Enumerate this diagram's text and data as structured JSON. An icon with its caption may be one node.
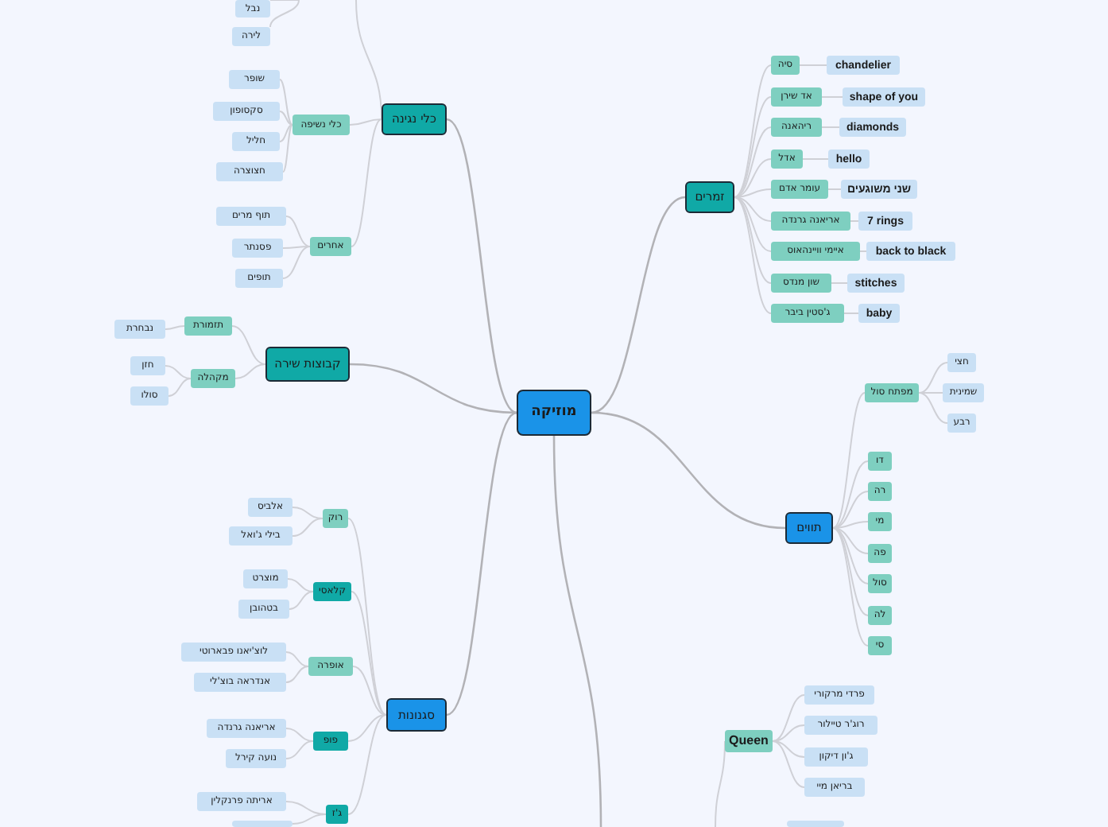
{
  "diagram": {
    "nodes": [
      {
        "text": [
          "מוזיקה"
        ]
      },
      {
        "text": [
          "כלי נגינה"
        ]
      },
      {
        "text": [
          "נבל"
        ]
      },
      {
        "text": [
          "לירה"
        ]
      },
      {
        "text": [
          "כלי נשיפה"
        ]
      },
      {
        "text": [
          "שופר"
        ]
      },
      {
        "text": [
          "סקסופון"
        ]
      },
      {
        "text": [
          "חליל"
        ]
      },
      {
        "text": [
          "חצוצרה"
        ]
      },
      {
        "text": [
          "אחרים"
        ]
      },
      {
        "text": [
          "תוף מרים"
        ]
      },
      {
        "text": [
          "פסנתר"
        ]
      },
      {
        "text": [
          "תופים"
        ]
      },
      {
        "text": [
          "קבוצות שירה"
        ]
      },
      {
        "text": [
          "תזמורת"
        ]
      },
      {
        "text": [
          "נבחרת"
        ]
      },
      {
        "text": [
          "מקהלה"
        ]
      },
      {
        "text": [
          "חזן"
        ]
      },
      {
        "text": [
          "סולו"
        ]
      },
      {
        "text": [
          "זמרים"
        ]
      },
      {
        "text": [
          "סיה"
        ]
      },
      {
        "text": [
          "chandelier"
        ]
      },
      {
        "text": [
          "אד שירן"
        ]
      },
      {
        "text": [
          "shape of you"
        ]
      },
      {
        "text": [
          "ריהאנה"
        ]
      },
      {
        "text": [
          "diamonds"
        ]
      },
      {
        "text": [
          "אדל"
        ]
      },
      {
        "text": [
          "hello"
        ]
      },
      {
        "text": [
          "עומר אדם"
        ]
      },
      {
        "text": [
          "שני משוגעים"
        ]
      },
      {
        "text": [
          "אריאנה גרנדה"
        ]
      },
      {
        "text": [
          "7 rings"
        ]
      },
      {
        "text": [
          "איימי וויינהאוס"
        ]
      },
      {
        "text": [
          "back to black"
        ]
      },
      {
        "text": [
          "שון מנדס"
        ]
      },
      {
        "text": [
          "stitches"
        ]
      },
      {
        "text": [
          "ג'סטין ביבר"
        ]
      },
      {
        "text": [
          "baby"
        ]
      },
      {
        "text": [
          "תווים"
        ]
      },
      {
        "text": [
          "מפתח סול"
        ]
      },
      {
        "text": [
          "חצי"
        ]
      },
      {
        "text": [
          "שמינית"
        ]
      },
      {
        "text": [
          "רבע"
        ]
      },
      {
        "text": [
          "דו"
        ]
      },
      {
        "text": [
          "רה"
        ]
      },
      {
        "text": [
          "מי"
        ]
      },
      {
        "text": [
          "פה"
        ]
      },
      {
        "text": [
          "סול"
        ]
      },
      {
        "text": [
          "לה"
        ]
      },
      {
        "text": [
          "סי"
        ]
      },
      {
        "text": [
          "סגנונות"
        ]
      },
      {
        "text": [
          "רוק"
        ]
      },
      {
        "text": [
          "אלביס"
        ]
      },
      {
        "text": [
          "בילי ג'ואל"
        ]
      },
      {
        "text": [
          "קלאסי"
        ]
      },
      {
        "text": [
          "מוצרט"
        ]
      },
      {
        "text": [
          "בטהובן"
        ]
      },
      {
        "text": [
          "אופרה"
        ]
      },
      {
        "text": [
          "לוצ'יאנו פבארוטי"
        ]
      },
      {
        "text": [
          "אנדראה בוצ'לי"
        ]
      },
      {
        "text": [
          "פופ"
        ]
      },
      {
        "text": [
          "אריאנה גרנדה"
        ]
      },
      {
        "text": [
          "נועה קירל"
        ]
      },
      {
        "text": [
          "ג'ז"
        ]
      },
      {
        "text": [
          "אריתה פרנקלין"
        ]
      },
      {
        "text": [],
        "shape": "box"
      },
      {
        "text": [
          "Queen"
        ]
      },
      {
        "text": [
          "פרדי מרקורי"
        ]
      },
      {
        "text": [
          "רוג'ר טיילור"
        ]
      },
      {
        "text": [
          "ג'ון דיקון"
        ]
      },
      {
        "text": [
          "בריאן מיי"
        ]
      },
      {
        "text": [],
        "shape": "box"
      }
    ],
    "edges": [
      {
        "from": 0,
        "to": 1,
        "arrow": "none"
      },
      {
        "from": 1,
        "to": null,
        "arrow": "none"
      },
      {
        "from": null,
        "to": 2,
        "arrow": "none"
      },
      {
        "from": null,
        "to": 3,
        "arrow": "none"
      },
      {
        "from": 1,
        "to": 4,
        "arrow": "none"
      },
      {
        "from": 4,
        "to": 5,
        "arrow": "none"
      },
      {
        "from": 4,
        "to": 6,
        "arrow": "none"
      },
      {
        "from": 4,
        "to": 7,
        "arrow": "none"
      },
      {
        "from": 4,
        "to": 8,
        "arrow": "none"
      },
      {
        "from": 1,
        "to": 9,
        "arrow": "none"
      },
      {
        "from": 9,
        "to": 10,
        "arrow": "none"
      },
      {
        "from": 9,
        "to": 11,
        "arrow": "none"
      },
      {
        "from": 9,
        "to": 12,
        "arrow": "none"
      },
      {
        "from": 0,
        "to": 13,
        "arrow": "none"
      },
      {
        "from": 13,
        "to": 14,
        "arrow": "none"
      },
      {
        "from": 14,
        "to": 15,
        "arrow": "none"
      },
      {
        "from": 13,
        "to": 16,
        "arrow": "none"
      },
      {
        "from": 16,
        "to": 17,
        "arrow": "none"
      },
      {
        "from": 16,
        "to": 18,
        "arrow": "none"
      },
      {
        "from": 0,
        "to": 19,
        "arrow": "none"
      },
      {
        "from": 19,
        "to": 20,
        "arrow": "none"
      },
      {
        "from": 19,
        "to": 22,
        "arrow": "none"
      },
      {
        "from": 19,
        "to": 24,
        "arrow": "none"
      },
      {
        "from": 19,
        "to": 26,
        "arrow": "none"
      },
      {
        "from": 19,
        "to": 28,
        "arrow": "none"
      },
      {
        "from": 19,
        "to": 30,
        "arrow": "none"
      },
      {
        "from": 19,
        "to": 32,
        "arrow": "none"
      },
      {
        "from": 19,
        "to": 34,
        "arrow": "none"
      },
      {
        "from": 19,
        "to": 36,
        "arrow": "none"
      },
      {
        "from": 20,
        "to": 21,
        "arrow": "none"
      },
      {
        "from": 22,
        "to": 23,
        "arrow": "none"
      },
      {
        "from": 24,
        "to": 25,
        "arrow": "none"
      },
      {
        "from": 26,
        "to": 27,
        "arrow": "none"
      },
      {
        "from": 28,
        "to": 29,
        "arrow": "none"
      },
      {
        "from": 30,
        "to": 31,
        "arrow": "none"
      },
      {
        "from": 32,
        "to": 33,
        "arrow": "none"
      },
      {
        "from": 34,
        "to": 35,
        "arrow": "none"
      },
      {
        "from": 36,
        "to": 37,
        "arrow": "none"
      },
      {
        "from": 0,
        "to": 38,
        "arrow": "none"
      },
      {
        "from": 38,
        "to": 39,
        "arrow": "none"
      },
      {
        "from": 39,
        "to": 40,
        "arrow": "none"
      },
      {
        "from": 39,
        "to": 41,
        "arrow": "none"
      },
      {
        "from": 39,
        "to": 42,
        "arrow": "none"
      },
      {
        "from": 38,
        "to": 43,
        "arrow": "none"
      },
      {
        "from": 38,
        "to": 44,
        "arrow": "none"
      },
      {
        "from": 38,
        "to": 45,
        "arrow": "none"
      },
      {
        "from": 38,
        "to": 46,
        "arrow": "none"
      },
      {
        "from": 38,
        "to": 47,
        "arrow": "none"
      },
      {
        "from": 38,
        "to": 48,
        "arrow": "none"
      },
      {
        "from": 38,
        "to": 49,
        "arrow": "none"
      },
      {
        "from": 0,
        "to": 50,
        "arrow": "none"
      },
      {
        "from": 50,
        "to": 51,
        "arrow": "none"
      },
      {
        "from": 51,
        "to": 52,
        "arrow": "none"
      },
      {
        "from": 51,
        "to": 53,
        "arrow": "none"
      },
      {
        "from": 50,
        "to": 54,
        "arrow": "none"
      },
      {
        "from": 54,
        "to": 55,
        "arrow": "none"
      },
      {
        "from": 54,
        "to": 56,
        "arrow": "none"
      },
      {
        "from": 50,
        "to": 57,
        "arrow": "none"
      },
      {
        "from": 57,
        "to": 58,
        "arrow": "none"
      },
      {
        "from": 57,
        "to": 59,
        "arrow": "none"
      },
      {
        "from": 50,
        "to": 60,
        "arrow": "none"
      },
      {
        "from": 60,
        "to": 61,
        "arrow": "none"
      },
      {
        "from": 60,
        "to": 62,
        "arrow": "none"
      },
      {
        "from": 50,
        "to": 63,
        "arrow": "none"
      },
      {
        "from": 63,
        "to": 64,
        "arrow": "none"
      },
      {
        "from": 63,
        "to": 65,
        "arrow": "none"
      },
      {
        "from": null,
        "to": 66,
        "arrow": "none"
      },
      {
        "from": 66,
        "to": 67,
        "arrow": "none"
      },
      {
        "from": 66,
        "to": 68,
        "arrow": "none"
      },
      {
        "from": 66,
        "to": 69,
        "arrow": "none"
      },
      {
        "from": 66,
        "to": 70,
        "arrow": "none"
      },
      {
        "from": 0,
        "to": null,
        "arrow": "none"
      }
    ]
  }
}
